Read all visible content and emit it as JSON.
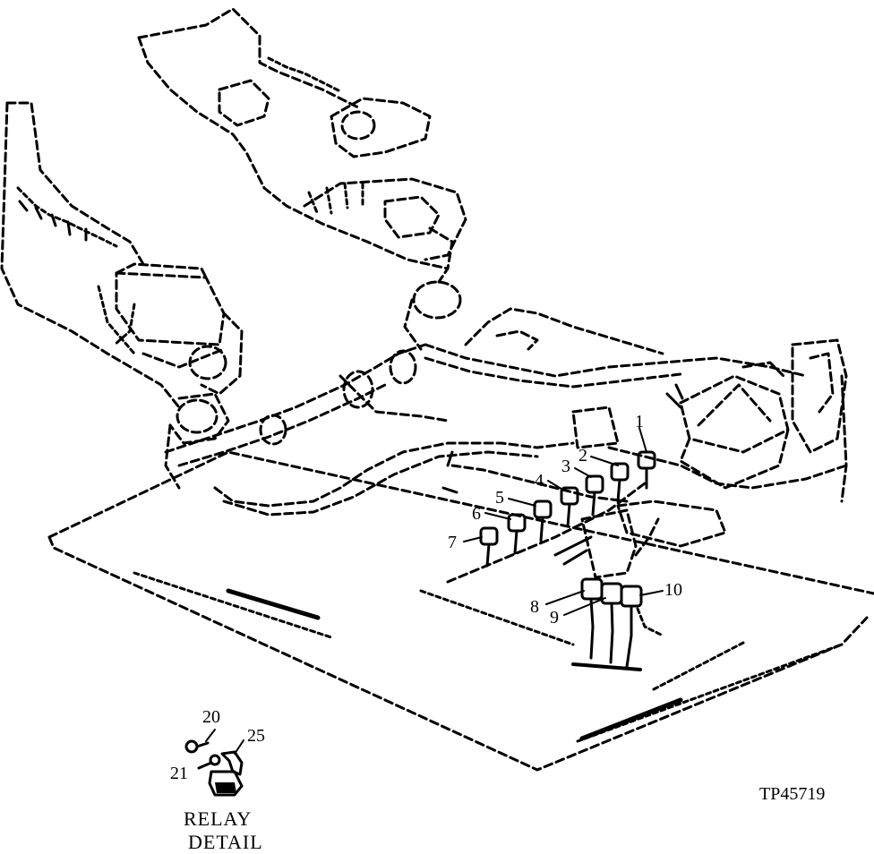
{
  "callouts": {
    "c1": "1",
    "c2": "2",
    "c3": "3",
    "c4": "4",
    "c5": "5",
    "c6": "6",
    "c7": "7",
    "c8": "8",
    "c9": "9",
    "c10": "10",
    "c20": "20",
    "c21": "21",
    "c25": "25"
  },
  "detail_caption": {
    "line1": "RELAY",
    "line2": "DETAIL"
  },
  "figure_id": "TP45719"
}
